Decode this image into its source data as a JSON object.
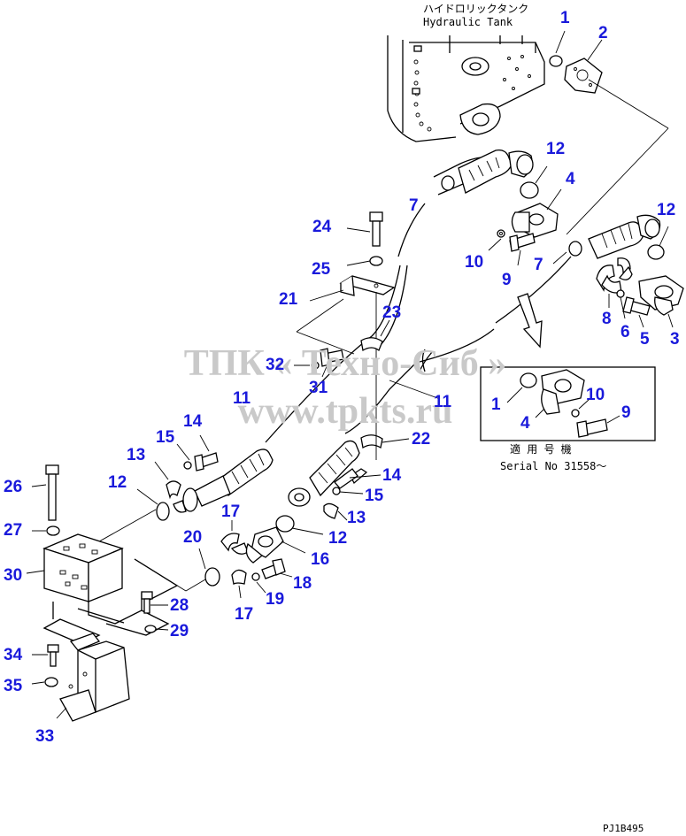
{
  "captions": {
    "tank_jp": "ハイドロリックタンク",
    "tank_en": "Hydraulic Tank",
    "serial_jp": "適 用 号 機",
    "serial_en": "Serial No 31558～",
    "drawing_code": "PJ1B495"
  },
  "watermark": {
    "line1": "ТПК « Техно-Сиб »",
    "line2": "www.tpkts.ru"
  },
  "callouts": [
    {
      "id": "c1",
      "text": "1"
    },
    {
      "id": "c2",
      "text": "2"
    },
    {
      "id": "c12a",
      "text": "12"
    },
    {
      "id": "c4a",
      "text": "4"
    },
    {
      "id": "c7a",
      "text": "7"
    },
    {
      "id": "c12b",
      "text": "12"
    },
    {
      "id": "c24",
      "text": "24"
    },
    {
      "id": "c10a",
      "text": "10"
    },
    {
      "id": "c9a",
      "text": "9"
    },
    {
      "id": "c7b",
      "text": "7"
    },
    {
      "id": "c25",
      "text": "25"
    },
    {
      "id": "c21",
      "text": "21"
    },
    {
      "id": "c23",
      "text": "23"
    },
    {
      "id": "c8",
      "text": "8"
    },
    {
      "id": "c6",
      "text": "6"
    },
    {
      "id": "c5",
      "text": "5"
    },
    {
      "id": "c3",
      "text": "3"
    },
    {
      "id": "c32",
      "text": "32"
    },
    {
      "id": "c31",
      "text": "31"
    },
    {
      "id": "c11a",
      "text": "11"
    },
    {
      "id": "c11b",
      "text": "11"
    },
    {
      "id": "c1b",
      "text": "1"
    },
    {
      "id": "c10b",
      "text": "10"
    },
    {
      "id": "c4b",
      "text": "4"
    },
    {
      "id": "c9b",
      "text": "9"
    },
    {
      "id": "c14a",
      "text": "14"
    },
    {
      "id": "c15a",
      "text": "15"
    },
    {
      "id": "c22",
      "text": "22"
    },
    {
      "id": "c13a",
      "text": "13"
    },
    {
      "id": "c12c",
      "text": "12"
    },
    {
      "id": "c26",
      "text": "26"
    },
    {
      "id": "c14b",
      "text": "14"
    },
    {
      "id": "c15b",
      "text": "15"
    },
    {
      "id": "c17a",
      "text": "17"
    },
    {
      "id": "c13b",
      "text": "13"
    },
    {
      "id": "c20",
      "text": "20"
    },
    {
      "id": "c12d",
      "text": "12"
    },
    {
      "id": "c27",
      "text": "27"
    },
    {
      "id": "c16",
      "text": "16"
    },
    {
      "id": "c30",
      "text": "30"
    },
    {
      "id": "c18",
      "text": "18"
    },
    {
      "id": "c19",
      "text": "19"
    },
    {
      "id": "c28",
      "text": "28"
    },
    {
      "id": "c17b",
      "text": "17"
    },
    {
      "id": "c29",
      "text": "29"
    },
    {
      "id": "c34",
      "text": "34"
    },
    {
      "id": "c35",
      "text": "35"
    },
    {
      "id": "c33",
      "text": "33"
    }
  ]
}
